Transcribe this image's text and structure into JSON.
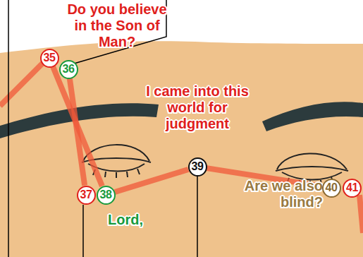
{
  "diagram": {
    "nodes": [
      {
        "text": [
          "35"
        ]
      },
      {
        "text": [
          "36"
        ]
      },
      {
        "text": [
          "37"
        ]
      },
      {
        "text": [
          "38"
        ]
      },
      {
        "text": [
          "39"
        ]
      },
      {
        "text": [
          "40"
        ]
      },
      {
        "text": [
          "41"
        ]
      }
    ],
    "edges": [
      {
        "from": 0,
        "to": 3,
        "arrow": "none"
      },
      {
        "from": 1,
        "to": 2,
        "arrow": "none"
      },
      {
        "from": 3,
        "to": 4,
        "arrow": "none"
      },
      {
        "from": 4,
        "to": 5,
        "arrow": "none"
      }
    ],
    "labels": [
      "Do you believe in the Son of Man?",
      "I came into this world for judgment",
      "Are we also blind?",
      "Lord,"
    ]
  }
}
